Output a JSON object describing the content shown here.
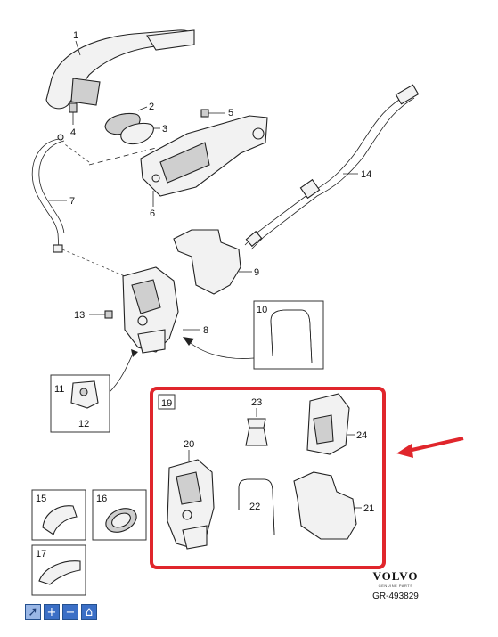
{
  "callouts": [
    "1",
    "2",
    "3",
    "4",
    "5",
    "6",
    "7",
    "8",
    "9",
    "10",
    "11",
    "12",
    "13",
    "14",
    "15",
    "16",
    "17",
    "19",
    "20",
    "21",
    "22",
    "23",
    "24"
  ],
  "brand": {
    "name": "VOLVO",
    "sub": "GENUINE PARTS",
    "code": "GR-493829"
  },
  "toolbar": [
    {
      "name": "select-tool-button",
      "glyph": "➚"
    },
    {
      "name": "zoom-in-button",
      "glyph": "+"
    },
    {
      "name": "zoom-out-button",
      "glyph": "−"
    },
    {
      "name": "home-button",
      "glyph": "⌂"
    }
  ],
  "colors": {
    "highlight": "#e0262c",
    "toolbar": "#3b6fc6"
  }
}
